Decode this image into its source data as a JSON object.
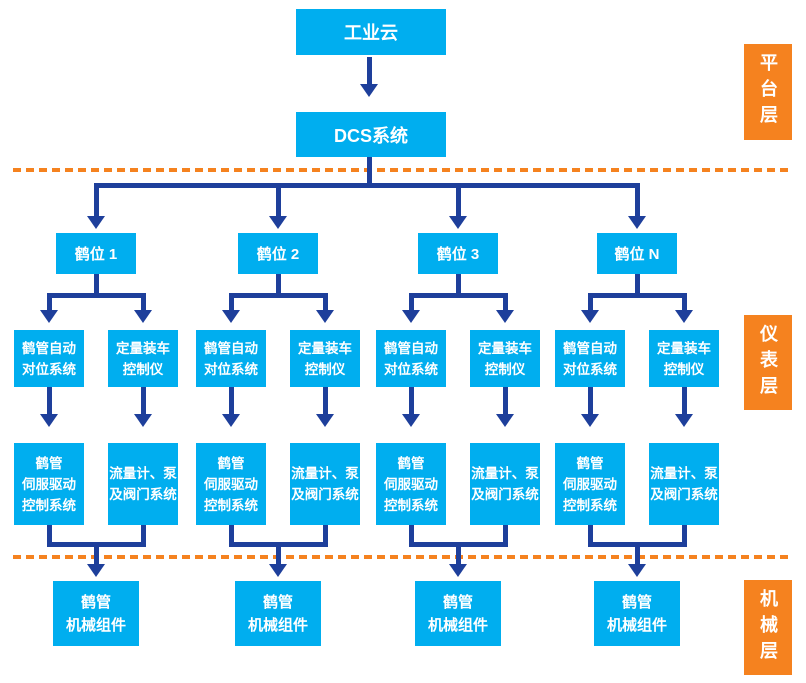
{
  "colors": {
    "node_cyan": "#00AEEF",
    "line_blue": "#1E3F9B",
    "layer_orange": "#F5821F"
  },
  "platform": {
    "cloud": "工业云",
    "dcs": "DCS系统"
  },
  "layer_labels": {
    "platform": "平台层",
    "instrument": "仪表层",
    "machinery": "机械层"
  },
  "groups": [
    {
      "station": "鹤位 1",
      "pipe_align": "鹤管自动\n对位系统",
      "loading_ctrl": "定量装车\n控制仪",
      "servo_drive": "鹤管\n伺服驱动\n控制系统",
      "flow_valve": "流量计、泵\n及阀门系统",
      "mechanical": "鹤管\n机械组件"
    },
    {
      "station": "鹤位 2",
      "pipe_align": "鹤管自动\n对位系统",
      "loading_ctrl": "定量装车\n控制仪",
      "servo_drive": "鹤管\n伺服驱动\n控制系统",
      "flow_valve": "流量计、泵\n及阀门系统",
      "mechanical": "鹤管\n机械组件"
    },
    {
      "station": "鹤位 3",
      "pipe_align": "鹤管自动\n对位系统",
      "loading_ctrl": "定量装车\n控制仪",
      "servo_drive": "鹤管\n伺服驱动\n控制系统",
      "flow_valve": "流量计、泵\n及阀门系统",
      "mechanical": "鹤管\n机械组件"
    },
    {
      "station": "鹤位 N",
      "pipe_align": "鹤管自动\n对位系统",
      "loading_ctrl": "定量装车\n控制仪",
      "servo_drive": "鹤管\n伺服驱动\n控制系统",
      "flow_valve": "流量计、泵\n及阀门系统",
      "mechanical": "鹤管\n机械组件"
    }
  ]
}
